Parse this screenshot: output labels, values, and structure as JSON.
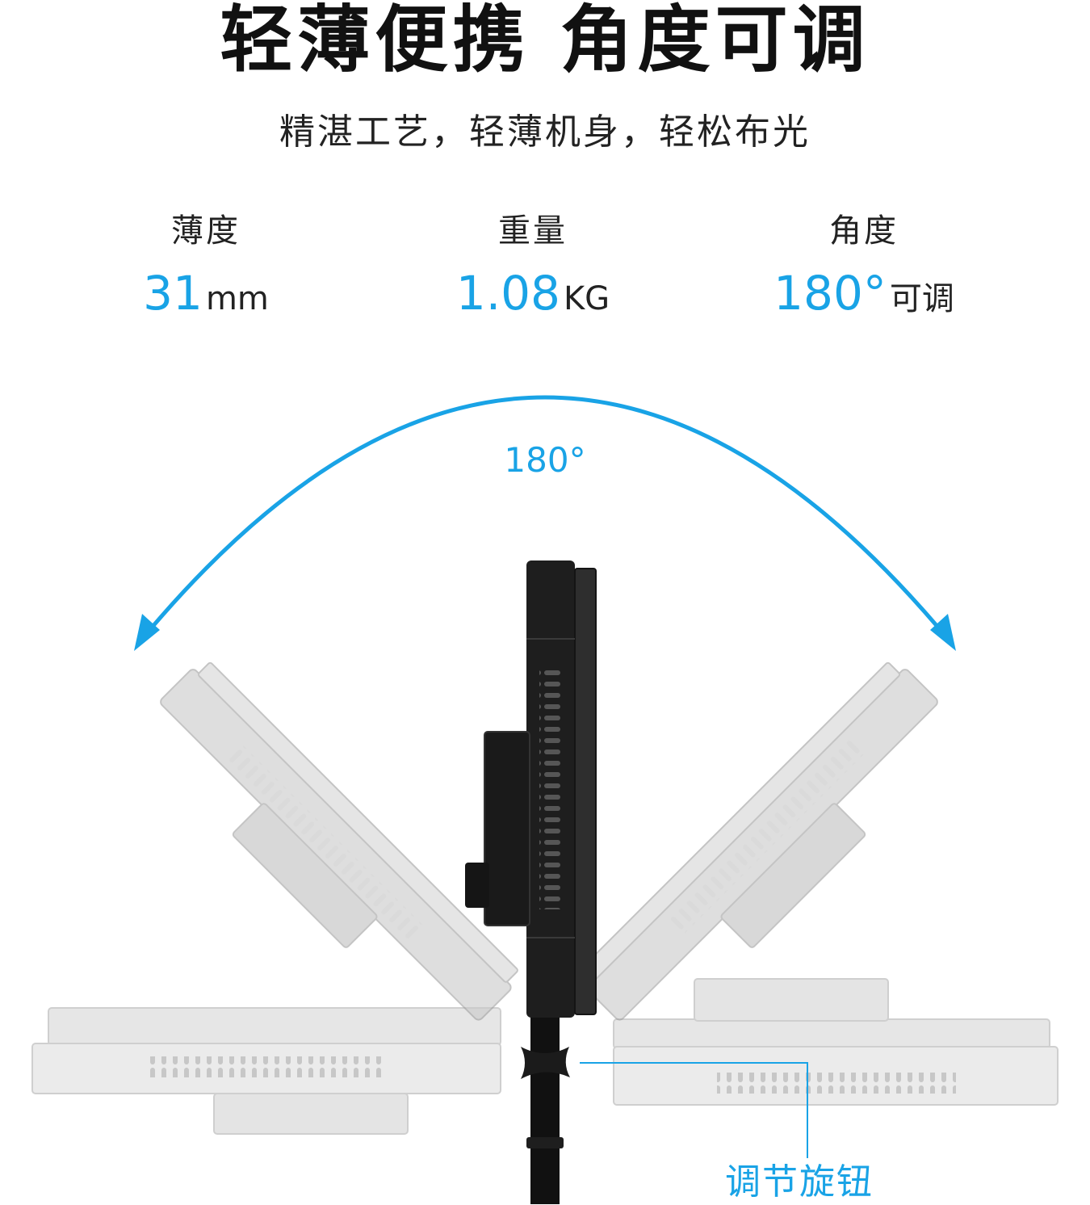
{
  "header": {
    "title": "轻薄便携 角度可调",
    "subtitle": "精湛工艺，轻薄机身，轻松布光"
  },
  "specs": [
    {
      "label": "薄度",
      "value": "31",
      "unit": "mm"
    },
    {
      "label": "重量",
      "value": "1.08",
      "unit": "KG"
    },
    {
      "label": "角度",
      "value": "180°",
      "unit": "可调"
    }
  ],
  "diagram": {
    "arc_label": "180°",
    "knob_callout": "调节旋钮"
  },
  "colors": {
    "accent": "#19a3e6",
    "text": "#222222",
    "panel_dark": "#222222",
    "ghost_panel": "#cfcfcf"
  }
}
